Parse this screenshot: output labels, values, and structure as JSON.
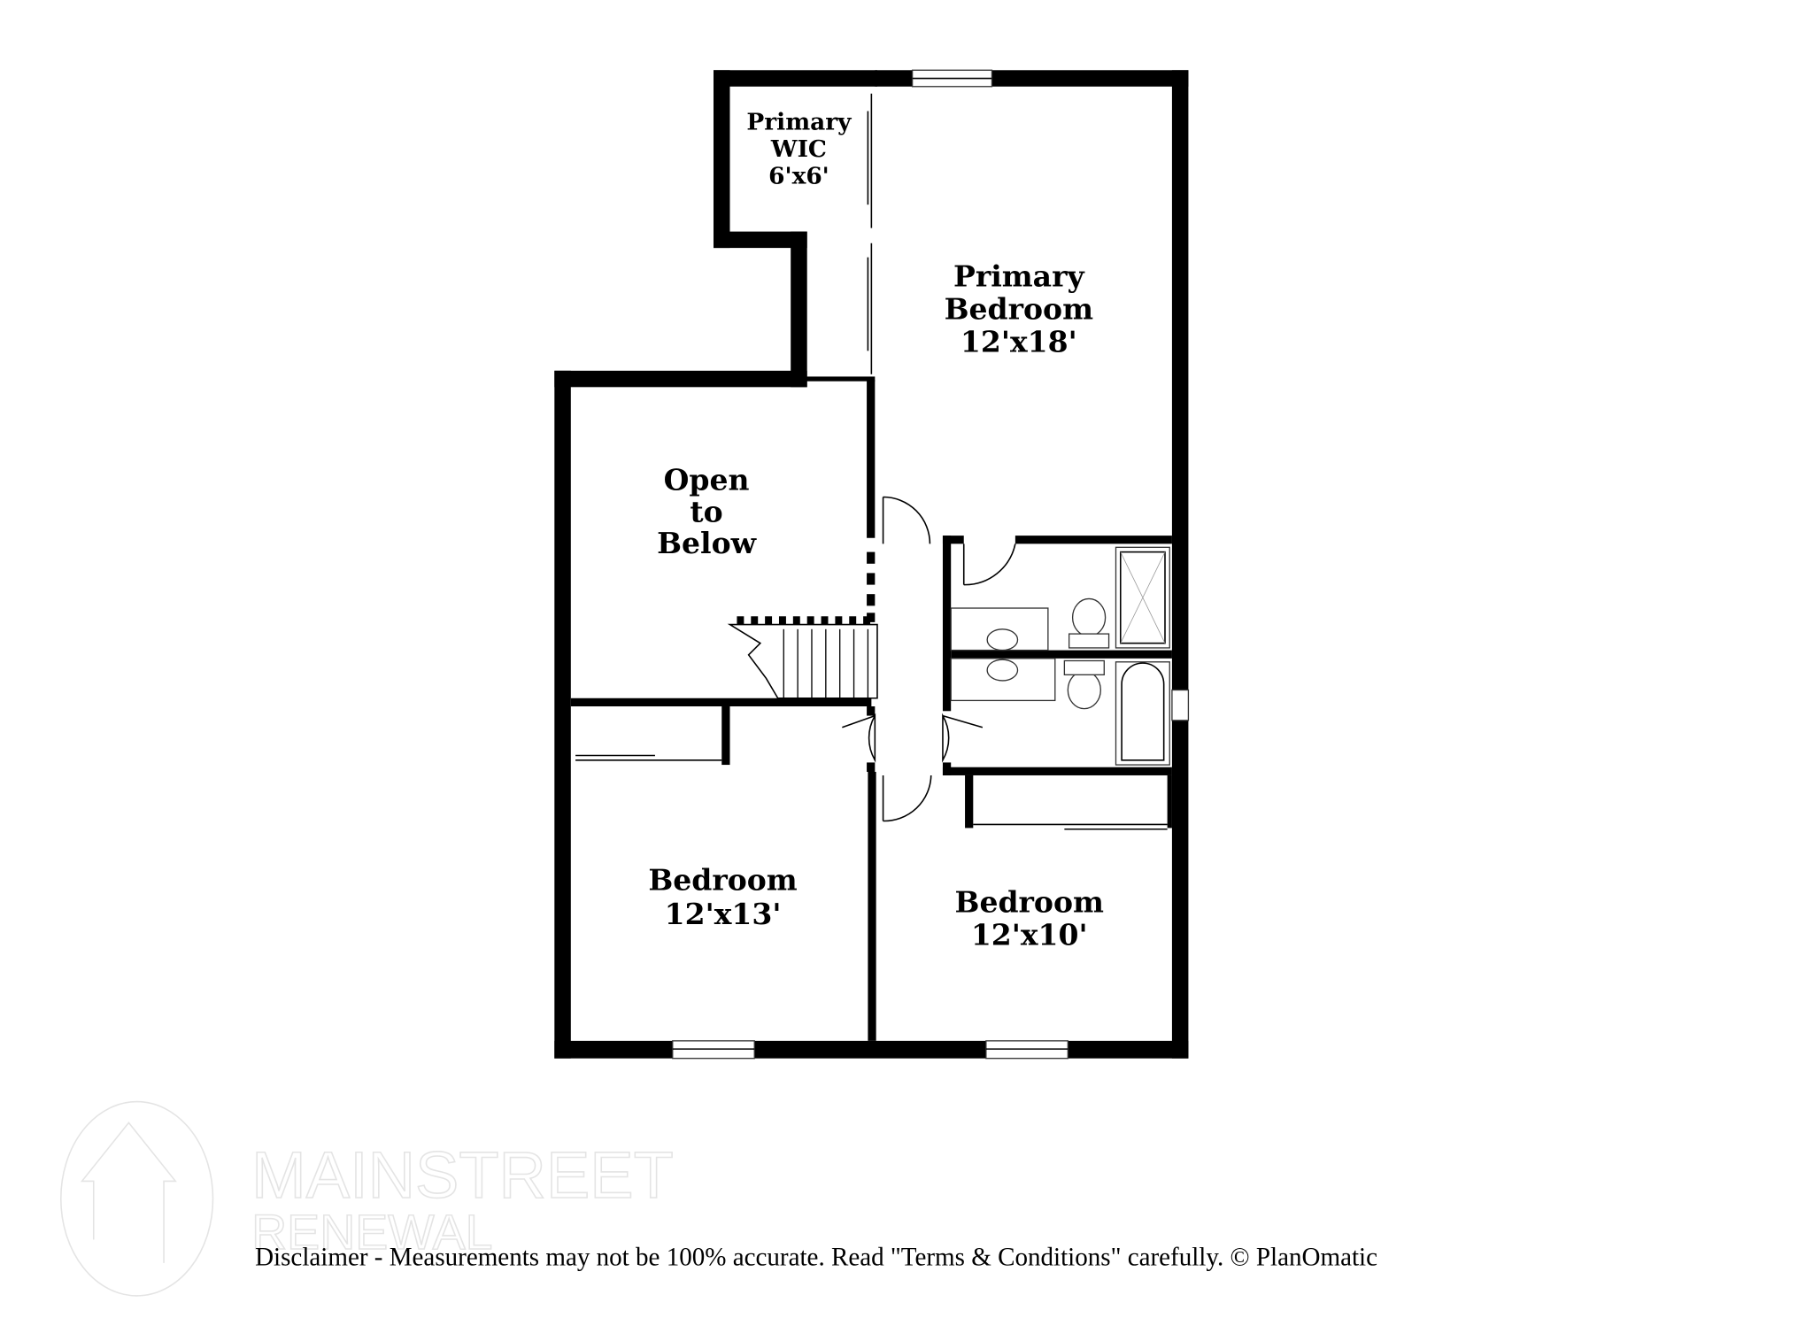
{
  "rooms": {
    "wic": {
      "line1": "Primary",
      "line2": "WIC",
      "size": "6'x6'"
    },
    "primary_bedroom": {
      "line1": "Primary",
      "line2": "Bedroom",
      "size": "12'x18'"
    },
    "open_to_below": {
      "line1": "Open",
      "line2": "to",
      "line3": "Below"
    },
    "bedroom_2": {
      "line1": "Bedroom",
      "size": "12'x13'"
    },
    "bedroom_3": {
      "line1": "Bedroom",
      "size": "12'x10'"
    }
  },
  "watermark": {
    "line1": "MAINSTREET",
    "line2": "RENEWAL"
  },
  "disclaimer": "Disclaimer - Measurements may not be 100% accurate. Read \"Terms & Conditions\" carefully. © PlanOmatic",
  "colors": {
    "walls": "#000000",
    "watermark": "#e4e4e4"
  }
}
